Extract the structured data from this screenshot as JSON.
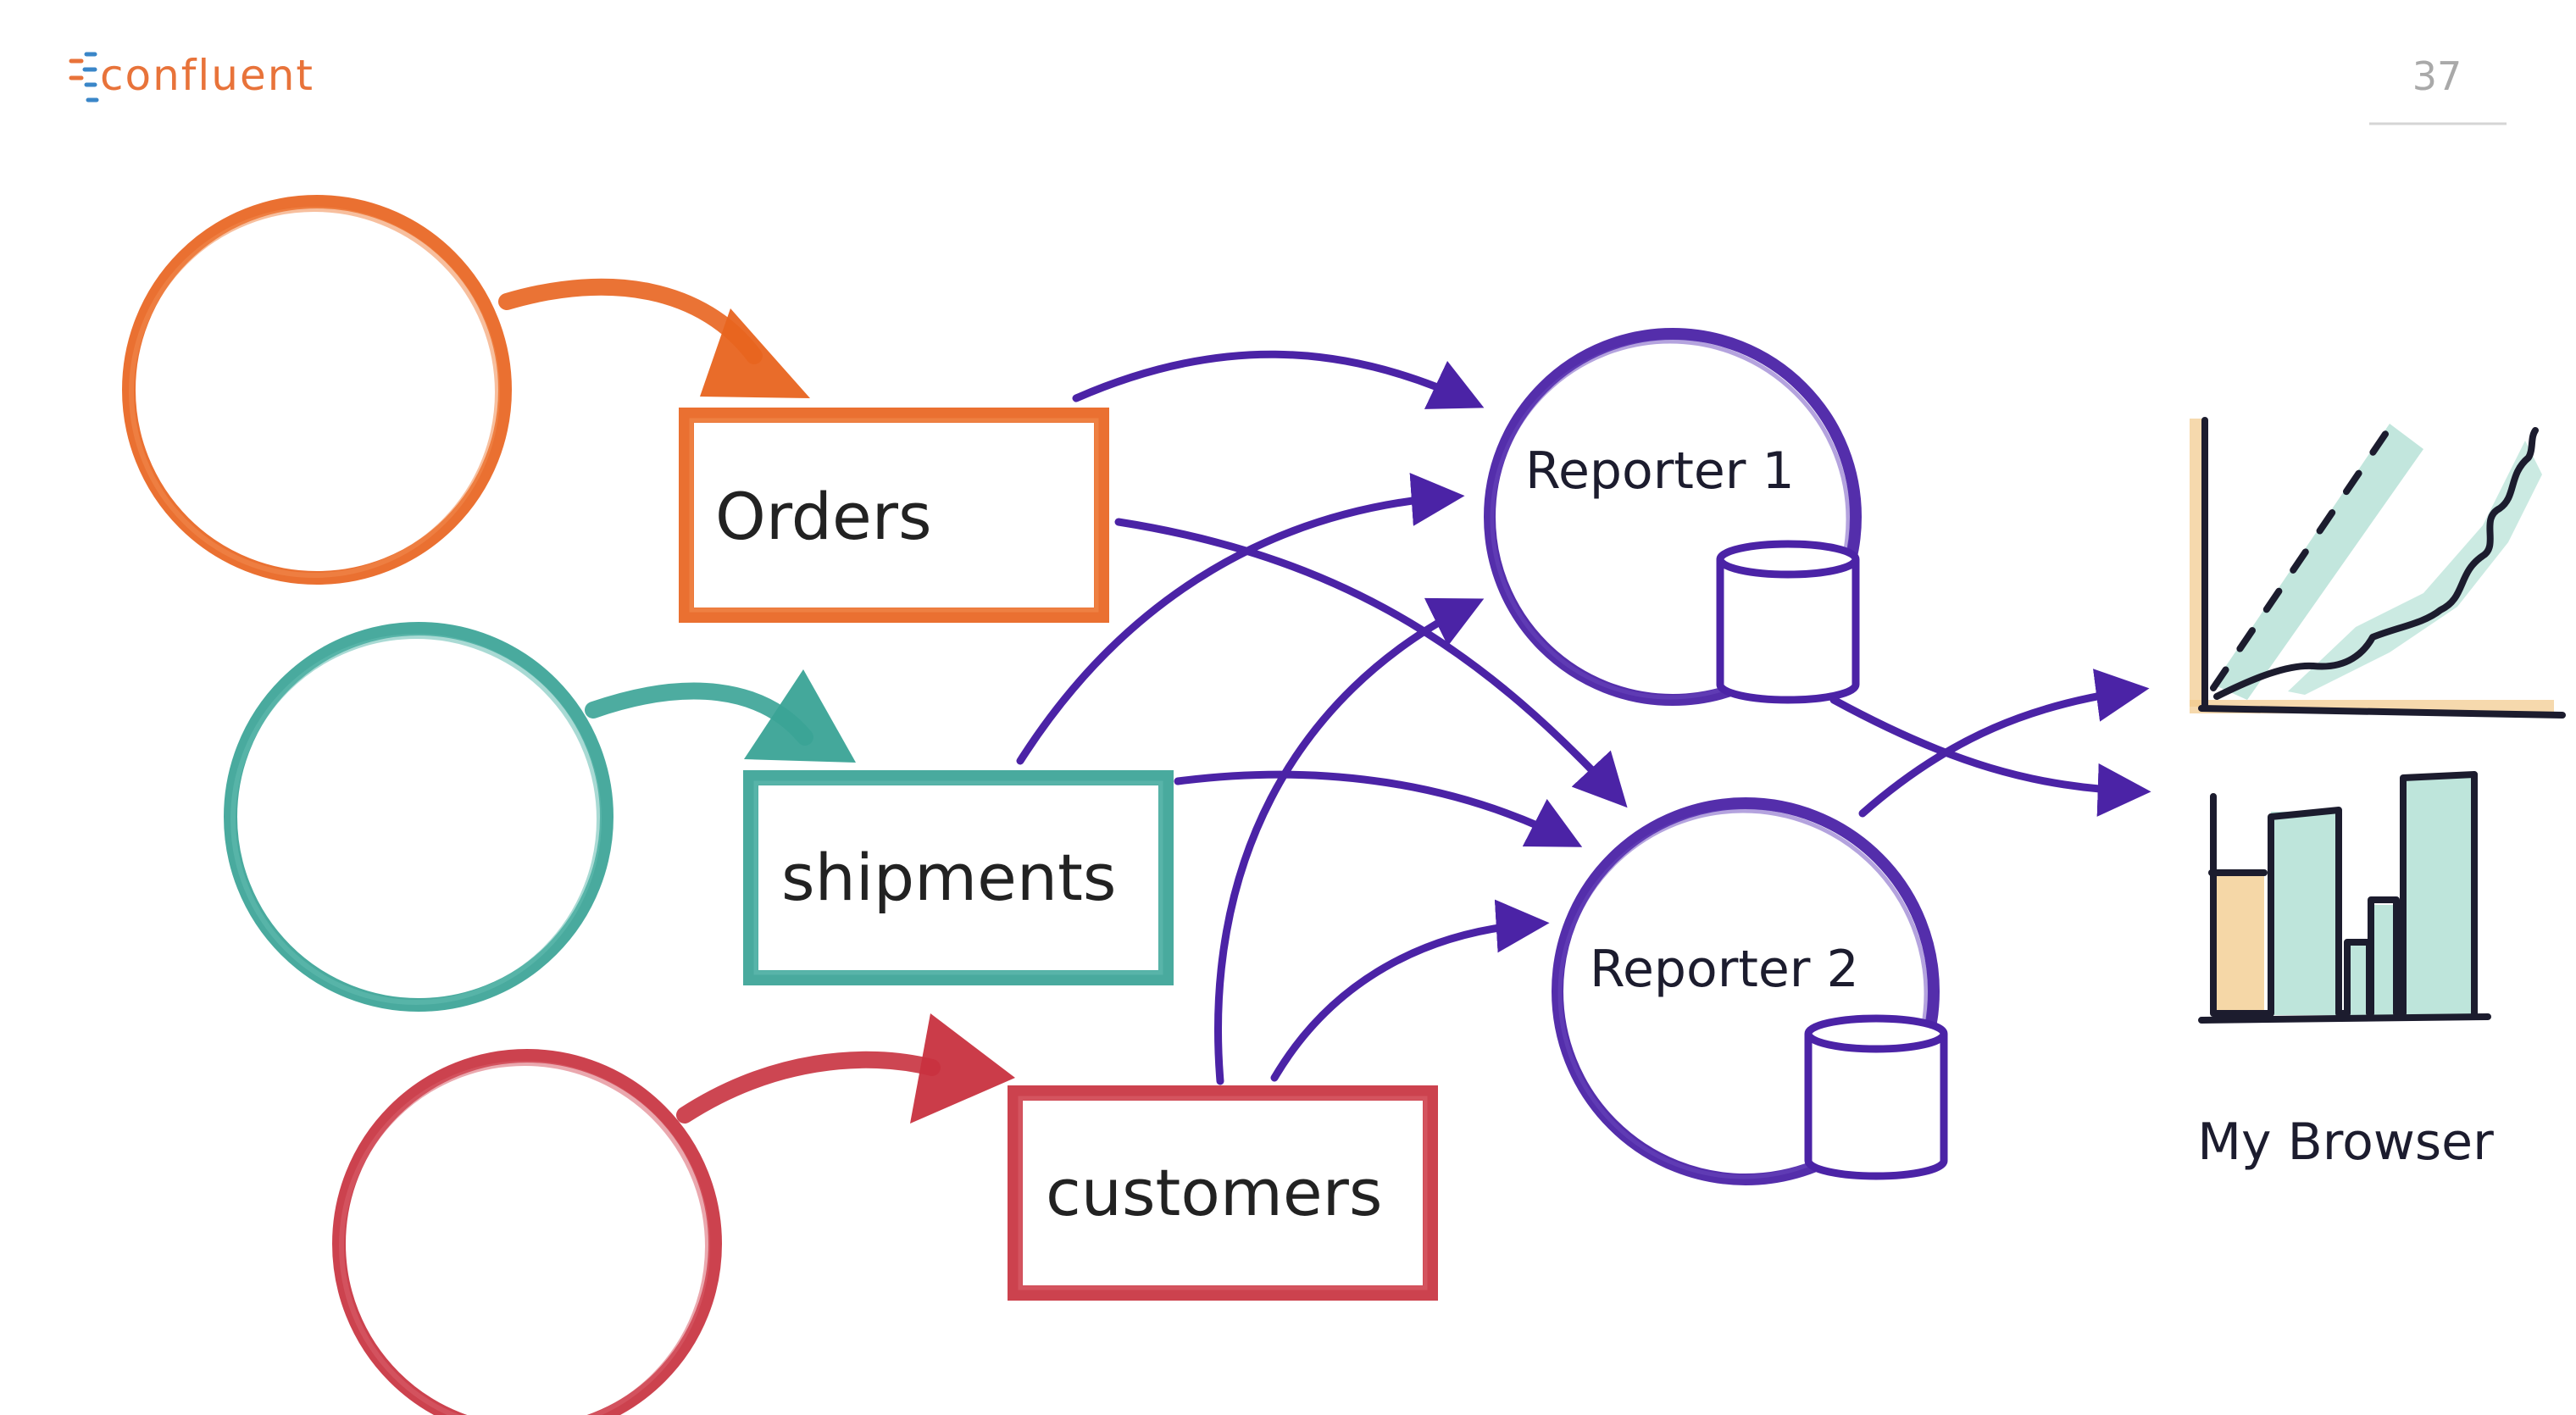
{
  "slide": {
    "logo_text": "confluent",
    "page_number": "37"
  },
  "sources": [
    {
      "name": "source-orders",
      "topic_label": "Orders",
      "color": "#e8641f"
    },
    {
      "name": "source-shipments",
      "topic_label": "shipments",
      "color": "#3aa396"
    },
    {
      "name": "source-customers",
      "topic_label": "customers",
      "color": "#c8323f"
    }
  ],
  "reporters": [
    {
      "label": "Reporter 1"
    },
    {
      "label": "Reporter 2"
    }
  ],
  "browser": {
    "label": "My Browser"
  },
  "colors": {
    "accent_purple": "#4b23a6",
    "logo_orange": "#e8733a",
    "logo_blue": "#3a86c8",
    "chart_teal": "#a8dccf",
    "chart_orange": "#f2c98a",
    "ink": "#1c1c2e"
  }
}
